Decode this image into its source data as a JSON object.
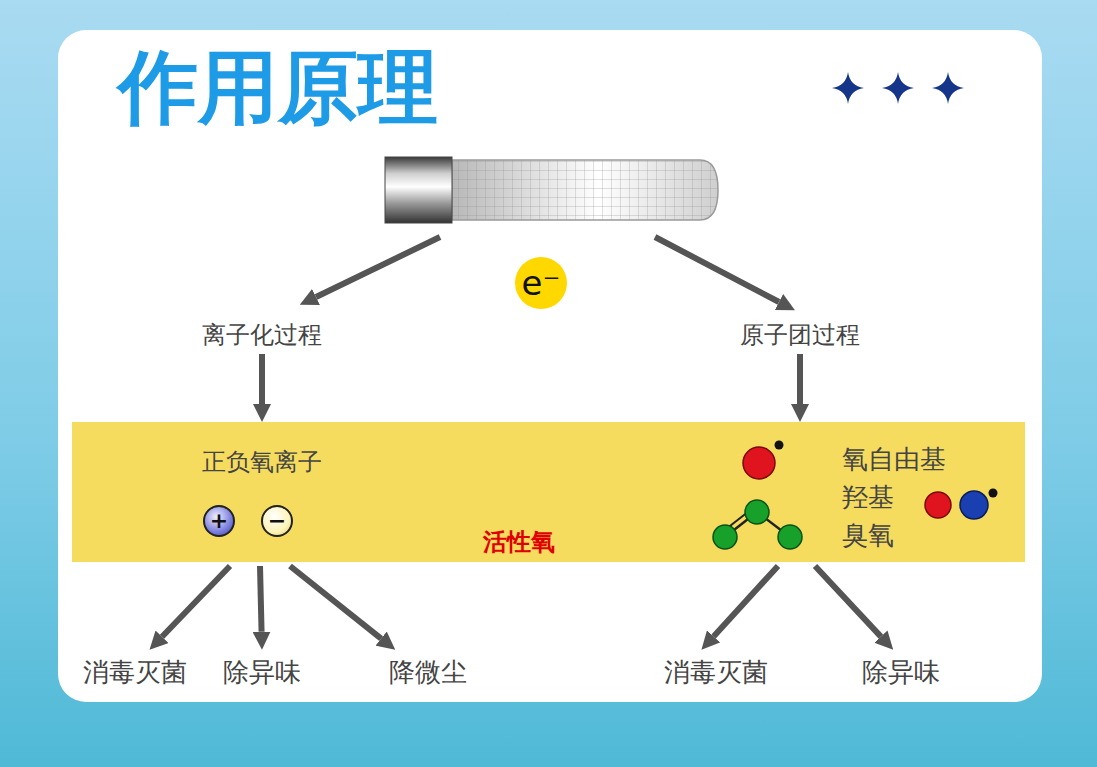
{
  "diagram": {
    "title": "作用原理",
    "nodes": [
      {
        "text": [
          "e⁻"
        ]
      },
      {
        "text": [
          "离子化过程"
        ]
      },
      {
        "text": [
          "原子团过程"
        ]
      },
      {
        "text": [
          "活性氧"
        ]
      },
      {
        "text": [
          "正负氧离子"
        ],
        "in": 3
      },
      {
        "text": [
          "+"
        ],
        "in": 3
      },
      {
        "text": [
          "−"
        ],
        "in": 3
      },
      {
        "text": [
          "氧自由基",
          "羟基",
          "臭氧"
        ],
        "in": 3
      },
      {
        "text": [
          "消毒灭菌"
        ]
      },
      {
        "text": [
          "除异味"
        ]
      },
      {
        "text": [
          "降微尘"
        ]
      },
      {
        "text": [
          "消毒灭菌"
        ]
      },
      {
        "text": [
          "除异味"
        ]
      }
    ],
    "edges": [
      {
        "from": 1,
        "to": 3,
        "arrow": "to"
      },
      {
        "from": 2,
        "to": 3,
        "arrow": "to"
      },
      {
        "from": 3,
        "to": 8,
        "arrow": "to"
      },
      {
        "from": 3,
        "to": 9,
        "arrow": "to"
      },
      {
        "from": 3,
        "to": 10,
        "arrow": "to"
      },
      {
        "from": 3,
        "to": 11,
        "arrow": "to"
      },
      {
        "from": 3,
        "to": 12,
        "arrow": "to"
      }
    ]
  }
}
